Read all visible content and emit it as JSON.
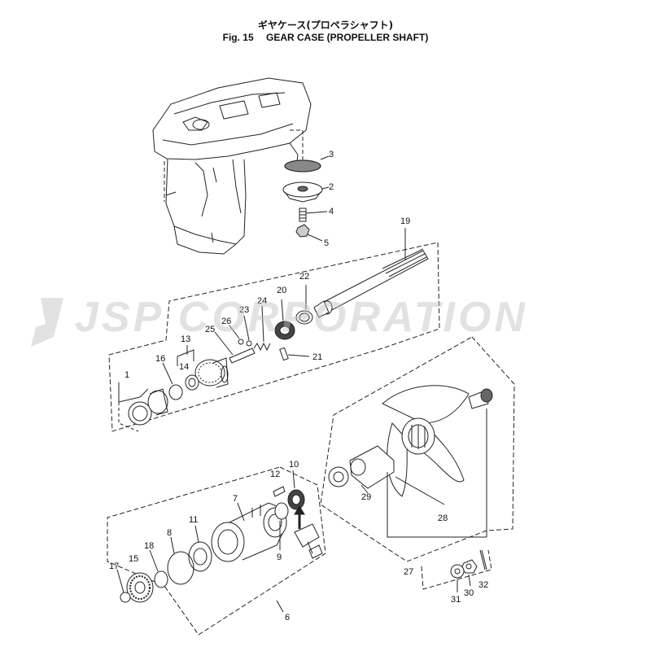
{
  "header": {
    "title_jp": "ギヤケース(プロペラシャフト)",
    "fig_label": "Fig. 15",
    "title_en": "GEAR CASE (PROPELLER SHAFT)"
  },
  "watermark": {
    "text": "JSP CORPORATION",
    "color": "#bebebe"
  },
  "callouts": {
    "c1": "1",
    "c2": "2",
    "c3": "3",
    "c4": "4",
    "c5": "5",
    "c6": "6",
    "c7": "7",
    "c8": "8",
    "c9": "9",
    "c10": "10",
    "c11": "11",
    "c12": "12",
    "c13": "13",
    "c14": "14",
    "c15": "15",
    "c16": "16",
    "c17": "17",
    "c18": "18",
    "c19": "19",
    "c20": "20",
    "c21": "21",
    "c22": "22",
    "c23": "23",
    "c24": "24",
    "c25": "25",
    "c26": "26",
    "c27": "27",
    "c28": "28",
    "c29": "29",
    "c30": "30",
    "c31": "31",
    "c32": "32"
  }
}
